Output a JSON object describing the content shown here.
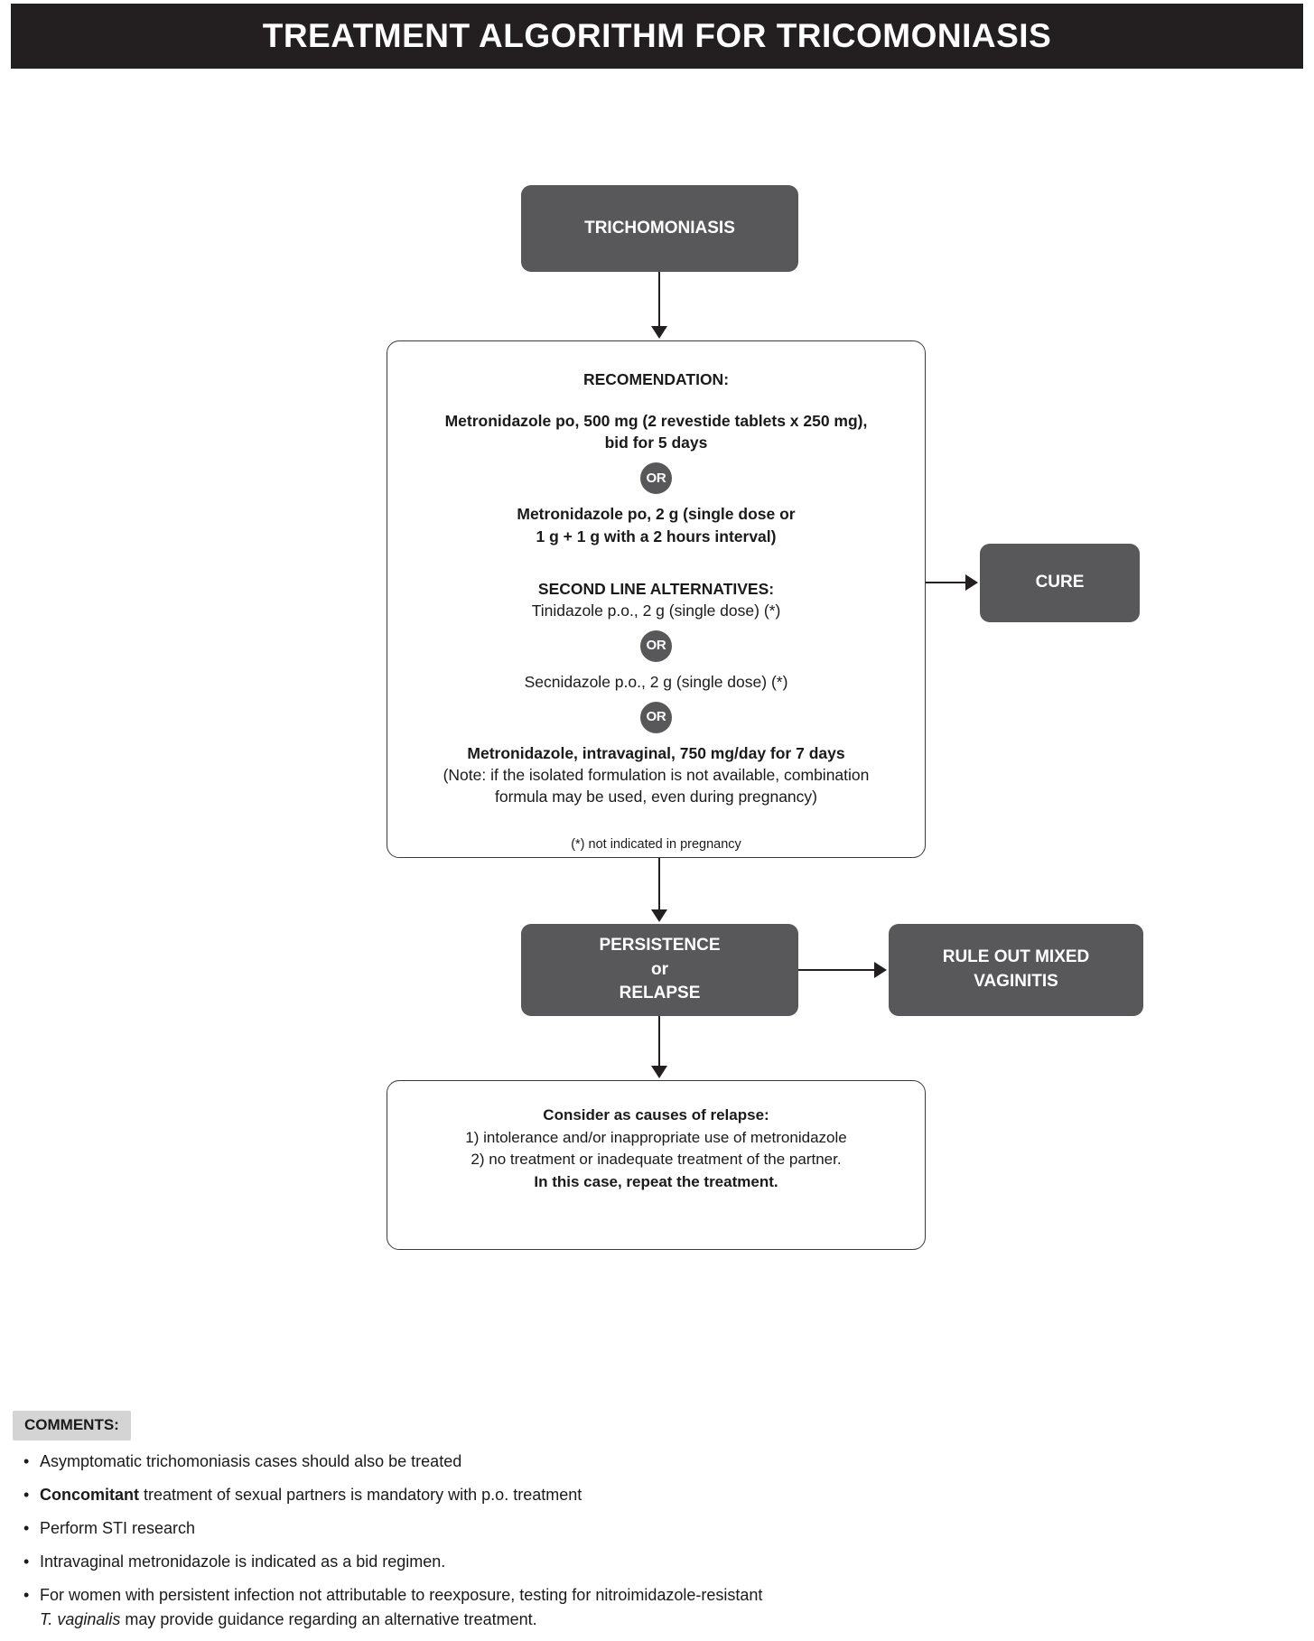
{
  "header": {
    "title": "TREATMENT ALGORITHM FOR TRICOMONIASIS"
  },
  "nodes": {
    "start": {
      "label": "TRICHOMONIASIS"
    },
    "cure": {
      "label": "CURE"
    },
    "persistence": {
      "line1": "PERSISTENCE",
      "line2": "or",
      "line3": "RELAPSE"
    },
    "rule_out": {
      "line1": "RULE OUT MIXED",
      "line2": "VAGINITIS"
    }
  },
  "recommendation": {
    "heading": "RECOMENDATION:",
    "first_line_1": "Metronidazole po, 500 mg (2 revestide tablets x 250 mg),",
    "first_line_2": "bid for 5 days",
    "or_badge": "OR",
    "second_line_1": "Metronidazole po, 2 g (single dose or",
    "second_line_2": "1 g + 1 g with a 2 hours interval)",
    "alt_heading": "SECOND LINE ALTERNATIVES:",
    "alt_1": "Tinidazole p.o., 2 g (single dose) (*)",
    "alt_2": "Secnidazole p.o., 2 g (single dose) (*)",
    "alt_3_bold": "Metronidazole, intravaginal, 750 mg/day for 7 days",
    "alt_3_note_1": "(Note: if the isolated formulation is not available, combination",
    "alt_3_note_2": "formula may be used, even during pregnancy)",
    "footnote": "(*) not indicated in pregnancy"
  },
  "relapse_causes": {
    "heading": "Consider as causes of relapse:",
    "item_1": "1) intolerance and/or inappropriate use of metronidazole",
    "item_2": "2) no treatment or inadequate treatment of the partner.",
    "closing": "In this case, repeat the treatment."
  },
  "comments": {
    "badge": "COMMENTS:",
    "bullet_glyph": "•",
    "items": [
      {
        "pre": "",
        "bold": "",
        "post": "Asymptomatic trichomoniasis cases should also be treated"
      },
      {
        "pre": "",
        "bold": "Concomitant",
        "post": " treatment of sexual partners is mandatory with p.o. treatment"
      },
      {
        "pre": "",
        "bold": "",
        "post": "Perform STI research"
      },
      {
        "pre": "",
        "bold": "",
        "post": "Intravaginal metronidazole is indicated as a bid regimen."
      }
    ],
    "last_item": {
      "line1": "For women with persistent infection not attributable to reexposure, testing for nitroimidazole-resistant",
      "italic": "T. vaginalis",
      "line2_rest": " may provide guidance regarding an alternative treatment."
    }
  },
  "colors": {
    "header_bg": "#231f20",
    "node_fill": "#58585a",
    "line": "#231f20",
    "comments_badge_bg": "#d4d4d4"
  }
}
